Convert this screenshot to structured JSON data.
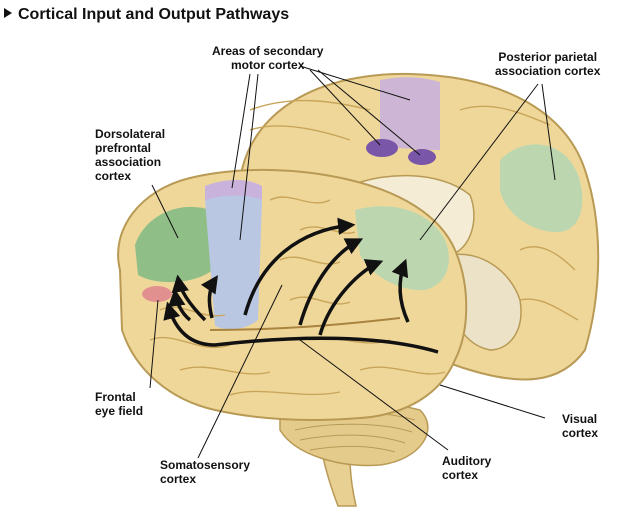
{
  "title": "Cortical Input and Output Pathways",
  "labels": {
    "secondary_motor": "Areas of secondary\nmotor cortex",
    "posterior_parietal": "Posterior parietal\nassociation cortex",
    "dorsolateral": "Dorsolateral\nprefrontal\nassociation\ncortex",
    "frontal_eye": "Frontal\neye field",
    "visual": "Visual\ncortex",
    "somatosensory": "Somatosensory\ncortex",
    "auditory": "Auditory\ncortex"
  },
  "colors": {
    "brain": "#efd79a",
    "gyrus_line": "#c9a55a",
    "prefrontal": "#8fbf86",
    "premotor": "#b9c7e3",
    "secondary_motor": "#c9b2dc",
    "secondary_motor_dark": "#7a56a8",
    "parietal": "#bcd7b0",
    "frontal_eye": "#e2908f",
    "arrow": "#111111"
  }
}
